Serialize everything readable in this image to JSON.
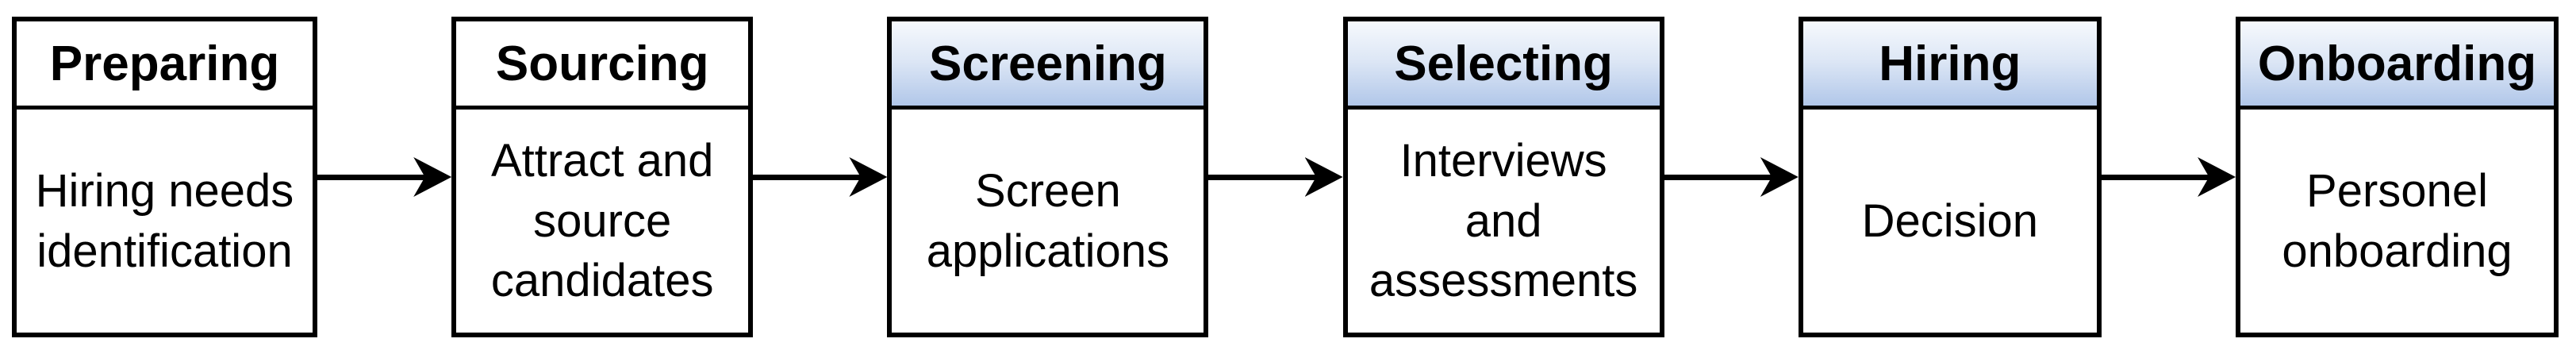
{
  "diagram": {
    "type": "flowchart",
    "orientation": "horizontal",
    "stages": [
      {
        "id": "preparing",
        "title": "Preparing",
        "description": "Hiring needs identification",
        "header_style": "plain"
      },
      {
        "id": "sourcing",
        "title": "Sourcing",
        "description": "Attract and source candidates",
        "header_style": "plain"
      },
      {
        "id": "screening",
        "title": "Screening",
        "description": "Screen applications",
        "header_style": "blue-gradient"
      },
      {
        "id": "selecting",
        "title": "Selecting",
        "description": "Interviews and assessments",
        "header_style": "blue-gradient"
      },
      {
        "id": "hiring",
        "title": "Hiring",
        "description": "Decision",
        "header_style": "blue-gradient"
      },
      {
        "id": "onboarding",
        "title": "Onboarding",
        "description": "Personel onboarding",
        "header_style": "blue-gradient"
      }
    ],
    "connectors": [
      {
        "from": "preparing",
        "to": "sourcing"
      },
      {
        "from": "sourcing",
        "to": "screening"
      },
      {
        "from": "screening",
        "to": "selecting"
      },
      {
        "from": "selecting",
        "to": "hiring"
      },
      {
        "from": "hiring",
        "to": "onboarding"
      }
    ],
    "colors": {
      "border": "#000000",
      "background": "#ffffff",
      "header_gradient_top": "#f6f9fd",
      "header_gradient_mid": "#dce6f5",
      "header_gradient_bottom": "#b1c7e9"
    }
  }
}
